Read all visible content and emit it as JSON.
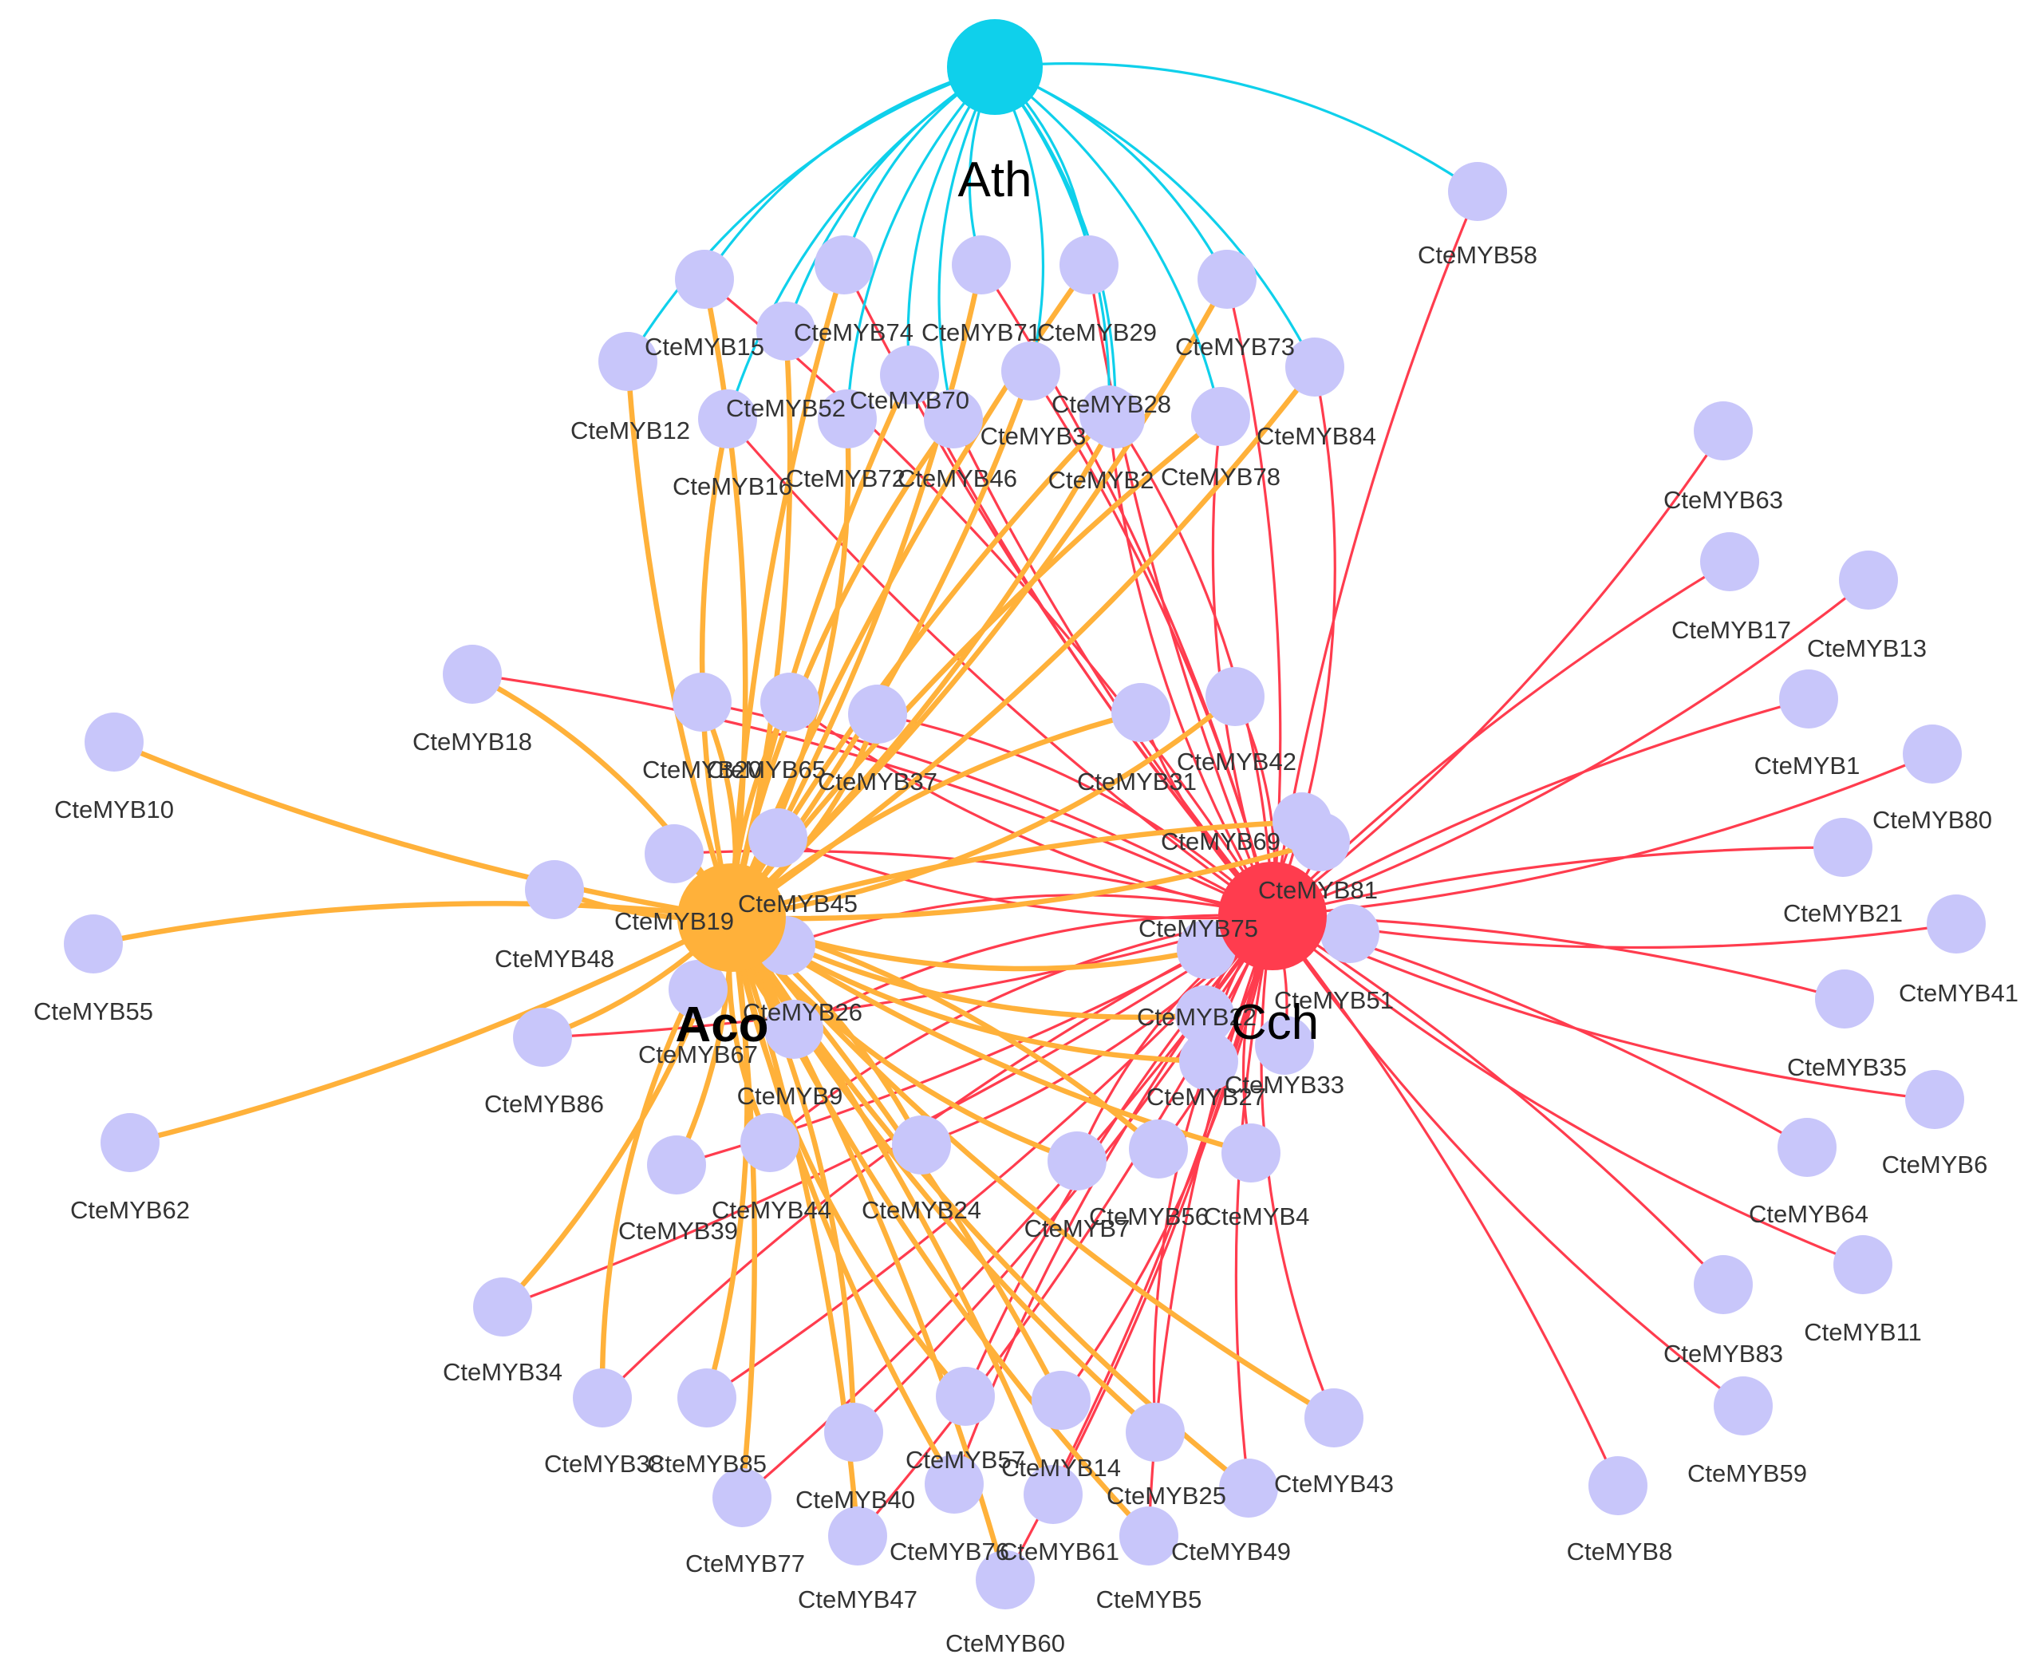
{
  "colors": {
    "ath": "#0fd0eb",
    "aco": "#ffb13a",
    "cch": "#ff3c4e",
    "gene_node": "#c8c6fa",
    "background": "#ffffff"
  },
  "hubs": [
    {
      "id": "ath",
      "label": "Ath",
      "bold": false
    },
    {
      "id": "aco",
      "label": "Aco",
      "bold": true
    },
    {
      "id": "cch",
      "label": "Cch",
      "bold": false
    }
  ],
  "genes": [
    {
      "id": "58",
      "label": "CteMYB58",
      "links": [
        "ath",
        "cch"
      ]
    },
    {
      "id": "15",
      "label": "CteMYB15",
      "links": [
        "ath",
        "aco",
        "cch"
      ]
    },
    {
      "id": "74",
      "label": "CteMYB74",
      "links": [
        "ath",
        "aco",
        "cch"
      ]
    },
    {
      "id": "71",
      "label": "CteMYB71",
      "links": [
        "ath",
        "aco",
        "cch"
      ]
    },
    {
      "id": "29",
      "label": "CteMYB29",
      "links": [
        "ath",
        "aco",
        "cch"
      ]
    },
    {
      "id": "73",
      "label": "CteMYB73",
      "links": [
        "ath",
        "aco",
        "cch"
      ]
    },
    {
      "id": "12",
      "label": "CteMYB12",
      "links": [
        "ath",
        "aco"
      ]
    },
    {
      "id": "52",
      "label": "CteMYB52",
      "links": [
        "ath",
        "aco"
      ]
    },
    {
      "id": "70",
      "label": "CteMYB70",
      "links": [
        "ath",
        "aco",
        "cch"
      ]
    },
    {
      "id": "3",
      "label": "CteMYB3",
      "links": [
        "ath",
        "aco",
        "cch"
      ]
    },
    {
      "id": "28",
      "label": "CteMYB28",
      "links": [
        "ath",
        "aco",
        "cch"
      ]
    },
    {
      "id": "84",
      "label": "CteMYB84",
      "links": [
        "ath",
        "aco",
        "cch"
      ]
    },
    {
      "id": "16",
      "label": "CteMYB16",
      "links": [
        "ath",
        "aco",
        "cch"
      ]
    },
    {
      "id": "72",
      "label": "CteMYB72",
      "links": [
        "ath",
        "aco"
      ]
    },
    {
      "id": "46",
      "label": "CteMYB46",
      "links": [
        "ath",
        "aco",
        "cch"
      ]
    },
    {
      "id": "2",
      "label": "CteMYB2",
      "links": [
        "ath",
        "aco",
        "cch"
      ]
    },
    {
      "id": "78",
      "label": "CteMYB78",
      "links": [
        "ath",
        "aco",
        "cch"
      ]
    },
    {
      "id": "63",
      "label": "CteMYB63",
      "links": [
        "cch"
      ]
    },
    {
      "id": "17",
      "label": "CteMYB17",
      "links": [
        "cch"
      ]
    },
    {
      "id": "13",
      "label": "CteMYB13",
      "links": [
        "cch"
      ]
    },
    {
      "id": "1",
      "label": "CteMYB1",
      "links": [
        "cch"
      ]
    },
    {
      "id": "80",
      "label": "CteMYB80",
      "links": [
        "cch"
      ]
    },
    {
      "id": "21",
      "label": "CteMYB21",
      "links": [
        "cch"
      ]
    },
    {
      "id": "41",
      "label": "CteMYB41",
      "links": [
        "cch"
      ]
    },
    {
      "id": "35",
      "label": "CteMYB35",
      "links": [
        "cch"
      ]
    },
    {
      "id": "6",
      "label": "CteMYB6",
      "links": [
        "cch"
      ]
    },
    {
      "id": "64",
      "label": "CteMYB64",
      "links": [
        "cch"
      ]
    },
    {
      "id": "11",
      "label": "CteMYB11",
      "links": [
        "cch"
      ]
    },
    {
      "id": "83",
      "label": "CteMYB83",
      "links": [
        "cch"
      ]
    },
    {
      "id": "59",
      "label": "CteMYB59",
      "links": [
        "cch"
      ]
    },
    {
      "id": "8",
      "label": "CteMYB8",
      "links": [
        "cch"
      ]
    },
    {
      "id": "18",
      "label": "CteMYB18",
      "links": [
        "aco",
        "cch"
      ]
    },
    {
      "id": "10",
      "label": "CteMYB10",
      "links": [
        "aco"
      ]
    },
    {
      "id": "55",
      "label": "CteMYB55",
      "links": [
        "aco"
      ]
    },
    {
      "id": "62",
      "label": "CteMYB62",
      "links": [
        "aco"
      ]
    },
    {
      "id": "20",
      "label": "CteMYB20",
      "links": [
        "aco",
        "cch"
      ]
    },
    {
      "id": "65",
      "label": "CteMYB65",
      "links": [
        "aco",
        "cch"
      ]
    },
    {
      "id": "37",
      "label": "CteMYB37",
      "links": [
        "aco",
        "cch"
      ]
    },
    {
      "id": "31",
      "label": "CteMYB31",
      "links": [
        "aco",
        "cch"
      ]
    },
    {
      "id": "42",
      "label": "CteMYB42",
      "links": [
        "aco",
        "cch"
      ]
    },
    {
      "id": "69",
      "label": "CteMYB69",
      "links": [
        "aco",
        "cch"
      ]
    },
    {
      "id": "81",
      "label": "CteMYB81",
      "links": [
        "aco",
        "cch"
      ]
    },
    {
      "id": "45",
      "label": "CteMYB45",
      "links": [
        "aco",
        "cch"
      ]
    },
    {
      "id": "19",
      "label": "CteMYB19",
      "links": [
        "aco",
        "cch"
      ]
    },
    {
      "id": "48",
      "label": "CteMYB48",
      "links": [
        "aco"
      ]
    },
    {
      "id": "75",
      "label": "CteMYB75",
      "links": [
        "aco",
        "cch"
      ]
    },
    {
      "id": "51",
      "label": "CteMYB51",
      "links": [
        "cch"
      ]
    },
    {
      "id": "26",
      "label": "CteMYB26",
      "links": [
        "aco",
        "cch"
      ]
    },
    {
      "id": "67",
      "label": "CteMYB67",
      "links": [
        "aco"
      ]
    },
    {
      "id": "22",
      "label": "CteMYB22",
      "links": [
        "aco",
        "cch"
      ]
    },
    {
      "id": "86",
      "label": "CteMYB86",
      "links": [
        "aco",
        "cch"
      ]
    },
    {
      "id": "9",
      "label": "CteMYB9",
      "links": [
        "aco",
        "cch"
      ]
    },
    {
      "id": "33",
      "label": "CteMYB33",
      "links": [
        "cch"
      ]
    },
    {
      "id": "27",
      "label": "CteMYB27",
      "links": [
        "aco",
        "cch"
      ]
    },
    {
      "id": "39",
      "label": "CteMYB39",
      "links": [
        "aco",
        "cch"
      ]
    },
    {
      "id": "44",
      "label": "CteMYB44",
      "links": [
        "aco",
        "cch"
      ]
    },
    {
      "id": "24",
      "label": "CteMYB24",
      "links": [
        "aco",
        "cch"
      ]
    },
    {
      "id": "7",
      "label": "CteMYB7",
      "links": [
        "aco",
        "cch"
      ]
    },
    {
      "id": "56",
      "label": "CteMYB56",
      "links": [
        "aco",
        "cch"
      ]
    },
    {
      "id": "4",
      "label": "CteMYB4",
      "links": [
        "aco",
        "cch"
      ]
    },
    {
      "id": "34",
      "label": "CteMYB34",
      "links": [
        "aco",
        "cch"
      ]
    },
    {
      "id": "38",
      "label": "CteMYB38",
      "links": [
        "aco",
        "cch"
      ]
    },
    {
      "id": "85",
      "label": "CteMYB85",
      "links": [
        "aco",
        "cch"
      ]
    },
    {
      "id": "57",
      "label": "CteMYB57",
      "links": [
        "aco",
        "cch"
      ]
    },
    {
      "id": "14",
      "label": "CteMYB14",
      "links": [
        "aco",
        "cch"
      ]
    },
    {
      "id": "43",
      "label": "CteMYB43",
      "links": [
        "aco",
        "cch"
      ]
    },
    {
      "id": "40",
      "label": "CteMYB40",
      "links": [
        "aco",
        "cch"
      ]
    },
    {
      "id": "25",
      "label": "CteMYB25",
      "links": [
        "aco",
        "cch"
      ]
    },
    {
      "id": "77",
      "label": "CteMYB77",
      "links": [
        "aco",
        "cch"
      ]
    },
    {
      "id": "76",
      "label": "CteMYB76",
      "links": [
        "aco",
        "cch"
      ]
    },
    {
      "id": "61",
      "label": "CteMYB61",
      "links": [
        "aco",
        "cch"
      ]
    },
    {
      "id": "49",
      "label": "CteMYB49",
      "links": [
        "aco",
        "cch"
      ]
    },
    {
      "id": "47",
      "label": "CteMYB47",
      "links": [
        "aco",
        "cch"
      ]
    },
    {
      "id": "5",
      "label": "CteMYB5",
      "links": [
        "aco",
        "cch"
      ]
    },
    {
      "id": "60",
      "label": "CteMYB60",
      "links": [
        "aco",
        "cch"
      ]
    }
  ]
}
